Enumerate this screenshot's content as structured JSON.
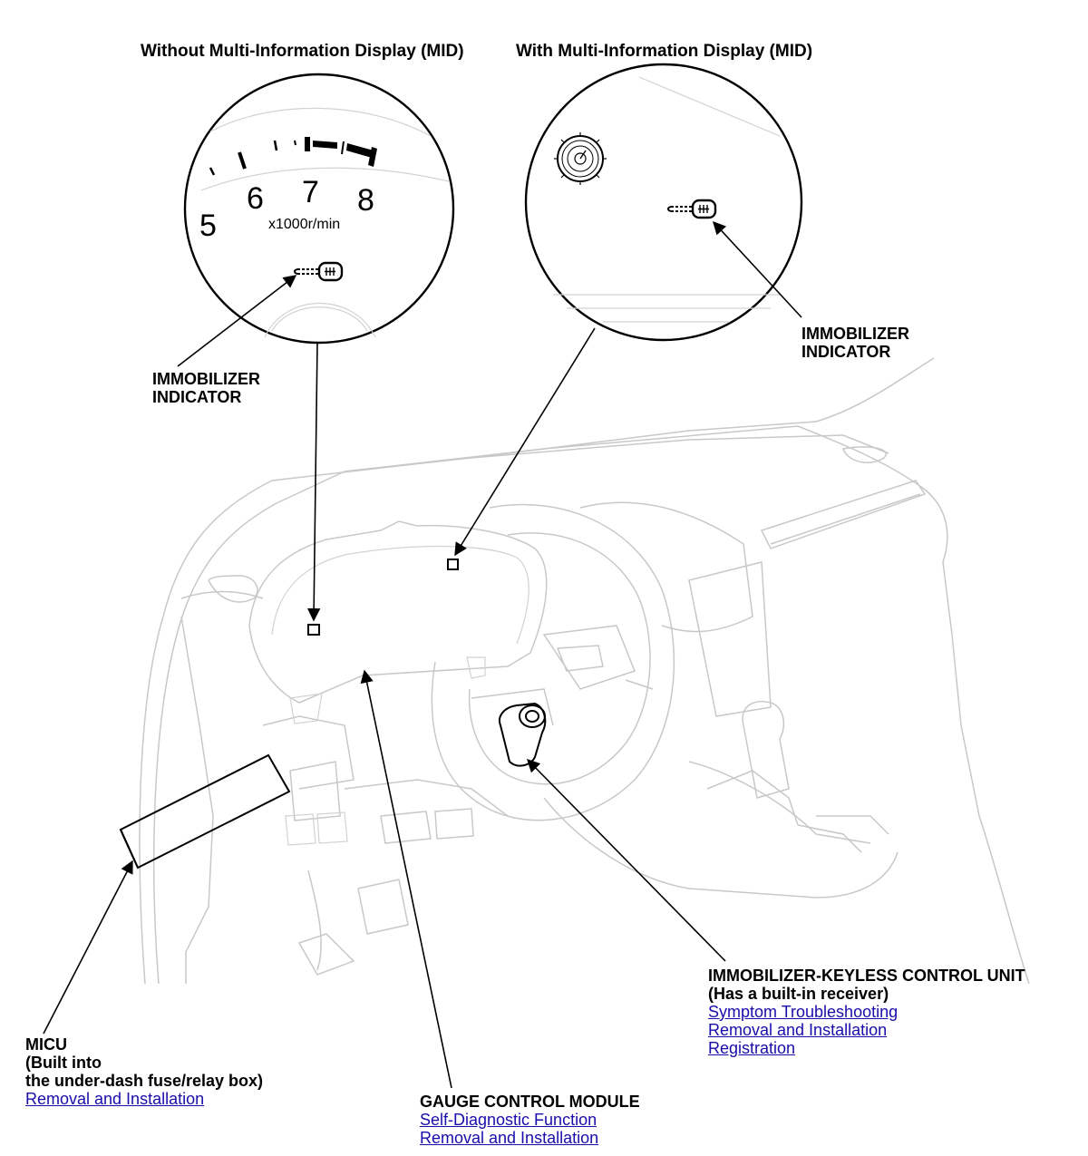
{
  "headings": {
    "without_mid": "Without Multi-Information Display (MID)",
    "with_mid": "With Multi-Information Display (MID)"
  },
  "gauge_detail": {
    "numbers": [
      "5",
      "6",
      "7",
      "8"
    ],
    "unit": "x1000r/min"
  },
  "callouts": {
    "immobilizer_left": {
      "line1": "IMMOBILIZER",
      "line2": "INDICATOR"
    },
    "immobilizer_right": {
      "line1": "IMMOBILIZER",
      "line2": "INDICATOR"
    },
    "keyless_unit": {
      "title": "IMMOBILIZER-KEYLESS CONTROL UNIT",
      "subtitle": "(Has a built-in receiver)",
      "links": [
        "Symptom Troubleshooting",
        "Removal and Installation",
        "Registration"
      ]
    },
    "micu": {
      "title": "MICU",
      "line2": "(Built into",
      "line3": "the under-dash fuse/relay box)",
      "links": [
        "Removal and Installation"
      ]
    },
    "gauge_module": {
      "title": "GAUGE CONTROL MODULE",
      "links": [
        "Self-Diagnostic Function",
        "Removal and Installation"
      ]
    }
  },
  "colors": {
    "link": "#1a0dab",
    "line_art": "#c8c8c8",
    "ink": "#000000"
  }
}
